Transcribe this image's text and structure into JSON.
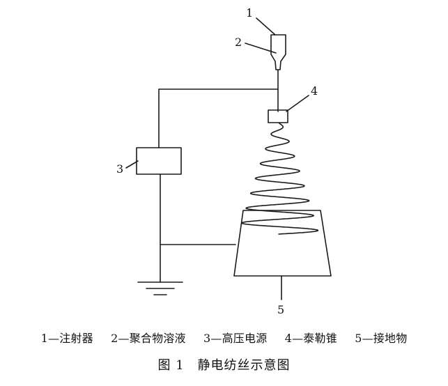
{
  "diagram": {
    "callouts": {
      "n1": "1",
      "n2": "2",
      "n3": "3",
      "n4": "4",
      "n5": "5"
    }
  },
  "legend": {
    "items": [
      {
        "number": "1",
        "label": "注射器"
      },
      {
        "number": "2",
        "label": "聚合物溶液"
      },
      {
        "number": "3",
        "label": "高压电源"
      },
      {
        "number": "4",
        "label": "泰勒锥"
      },
      {
        "number": "5",
        "label": "接地物"
      }
    ],
    "separator": "—"
  },
  "caption": {
    "figure_number": "图 1",
    "title": "静电纺丝示意图"
  },
  "colors": {
    "line": "#1a1a1a",
    "background": "#ffffff"
  }
}
